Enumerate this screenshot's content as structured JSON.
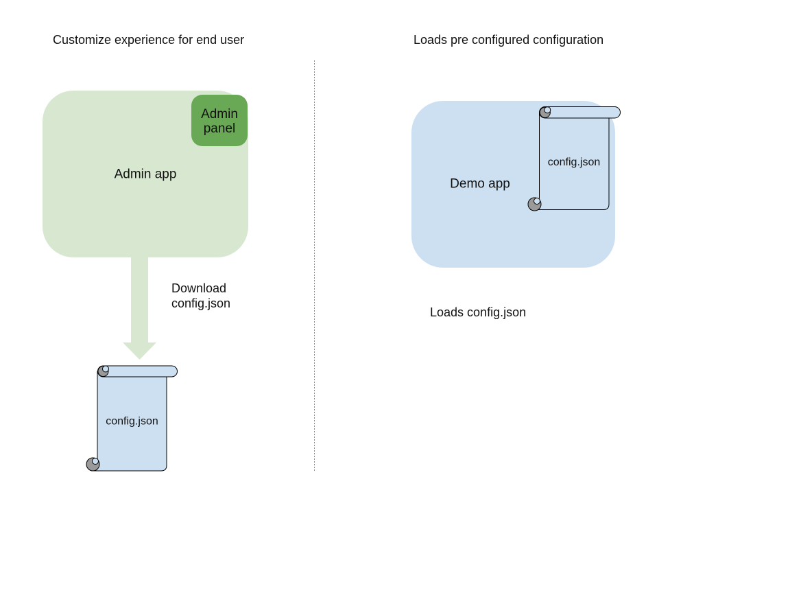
{
  "colors": {
    "canvas_bg": "#ffffff",
    "light_green": "#d8e8d0",
    "dark_green": "#69a955",
    "light_blue": "#cde0f1",
    "curl_gray": "#9a9a9a",
    "outline": "#000000",
    "divider_gray": "#8a8a8a",
    "text": "#111111"
  },
  "left": {
    "title": "Customize experience for end user",
    "app_label": "Admin app",
    "panel_label": "Admin\npanel",
    "arrow_caption": "Download\nconfig.json",
    "scroll_label": "config.json"
  },
  "right": {
    "title": "Loads pre configured configuration",
    "app_label": "Demo app",
    "scroll_label": "config.json",
    "caption": "Loads config.json"
  }
}
